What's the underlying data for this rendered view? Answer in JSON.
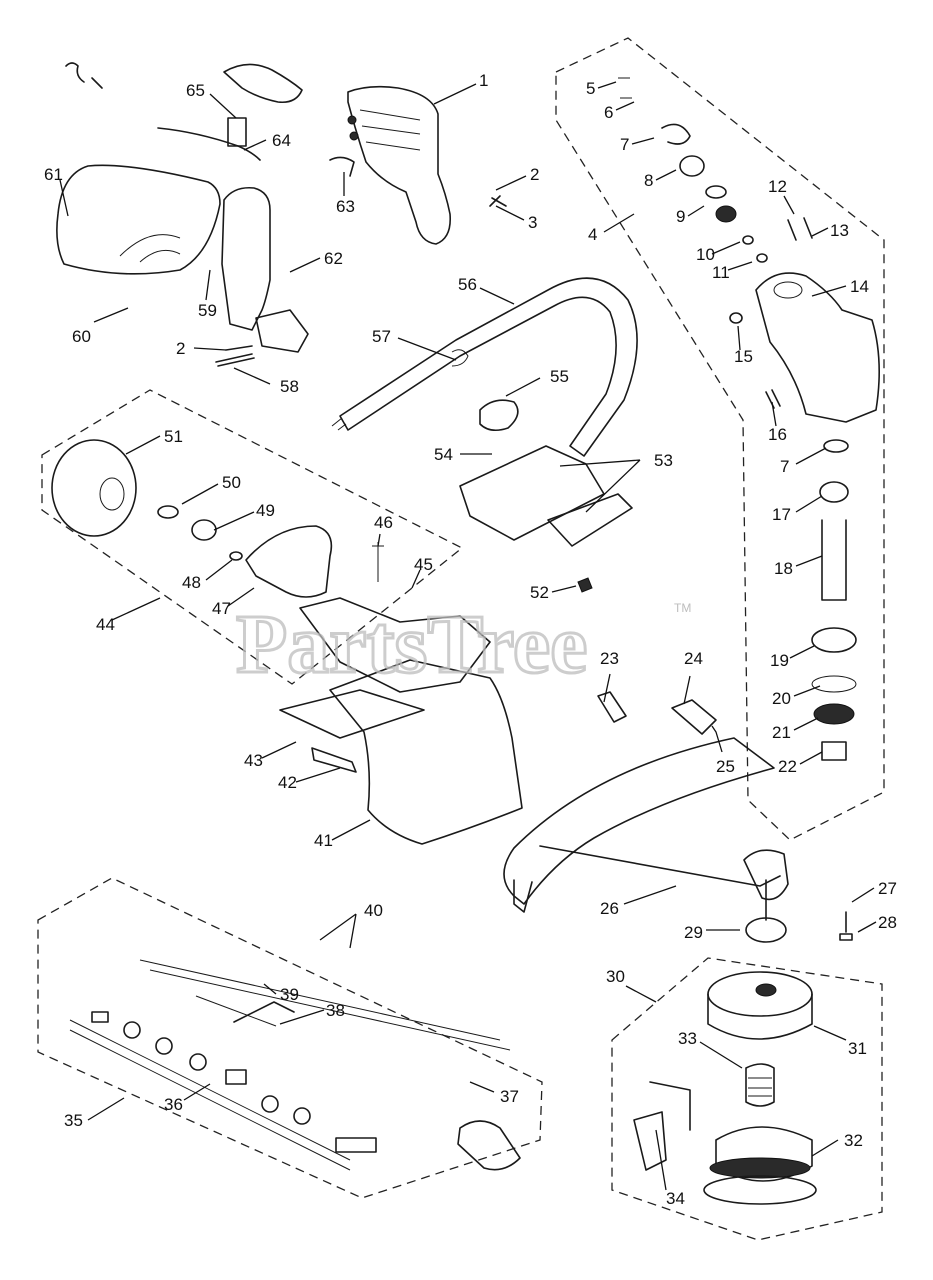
{
  "watermark": {
    "text": "PartsTree",
    "mark": "TM"
  },
  "callouts": [
    "1",
    "2",
    "3",
    "4",
    "5",
    "6",
    "7",
    "8",
    "9",
    "10",
    "11",
    "12",
    "13",
    "14",
    "15",
    "16",
    "7",
    "17",
    "18",
    "19",
    "20",
    "21",
    "22",
    "23",
    "24",
    "25",
    "26",
    "27",
    "28",
    "29",
    "30",
    "31",
    "32",
    "33",
    "34",
    "35",
    "36",
    "37",
    "38",
    "39",
    "40",
    "41",
    "42",
    "43",
    "44",
    "45",
    "46",
    "47",
    "48",
    "49",
    "50",
    "51",
    "52",
    "53",
    "54",
    "55",
    "56",
    "57",
    "2",
    "58",
    "59",
    "60",
    "61",
    "62",
    "63",
    "64",
    "65"
  ]
}
